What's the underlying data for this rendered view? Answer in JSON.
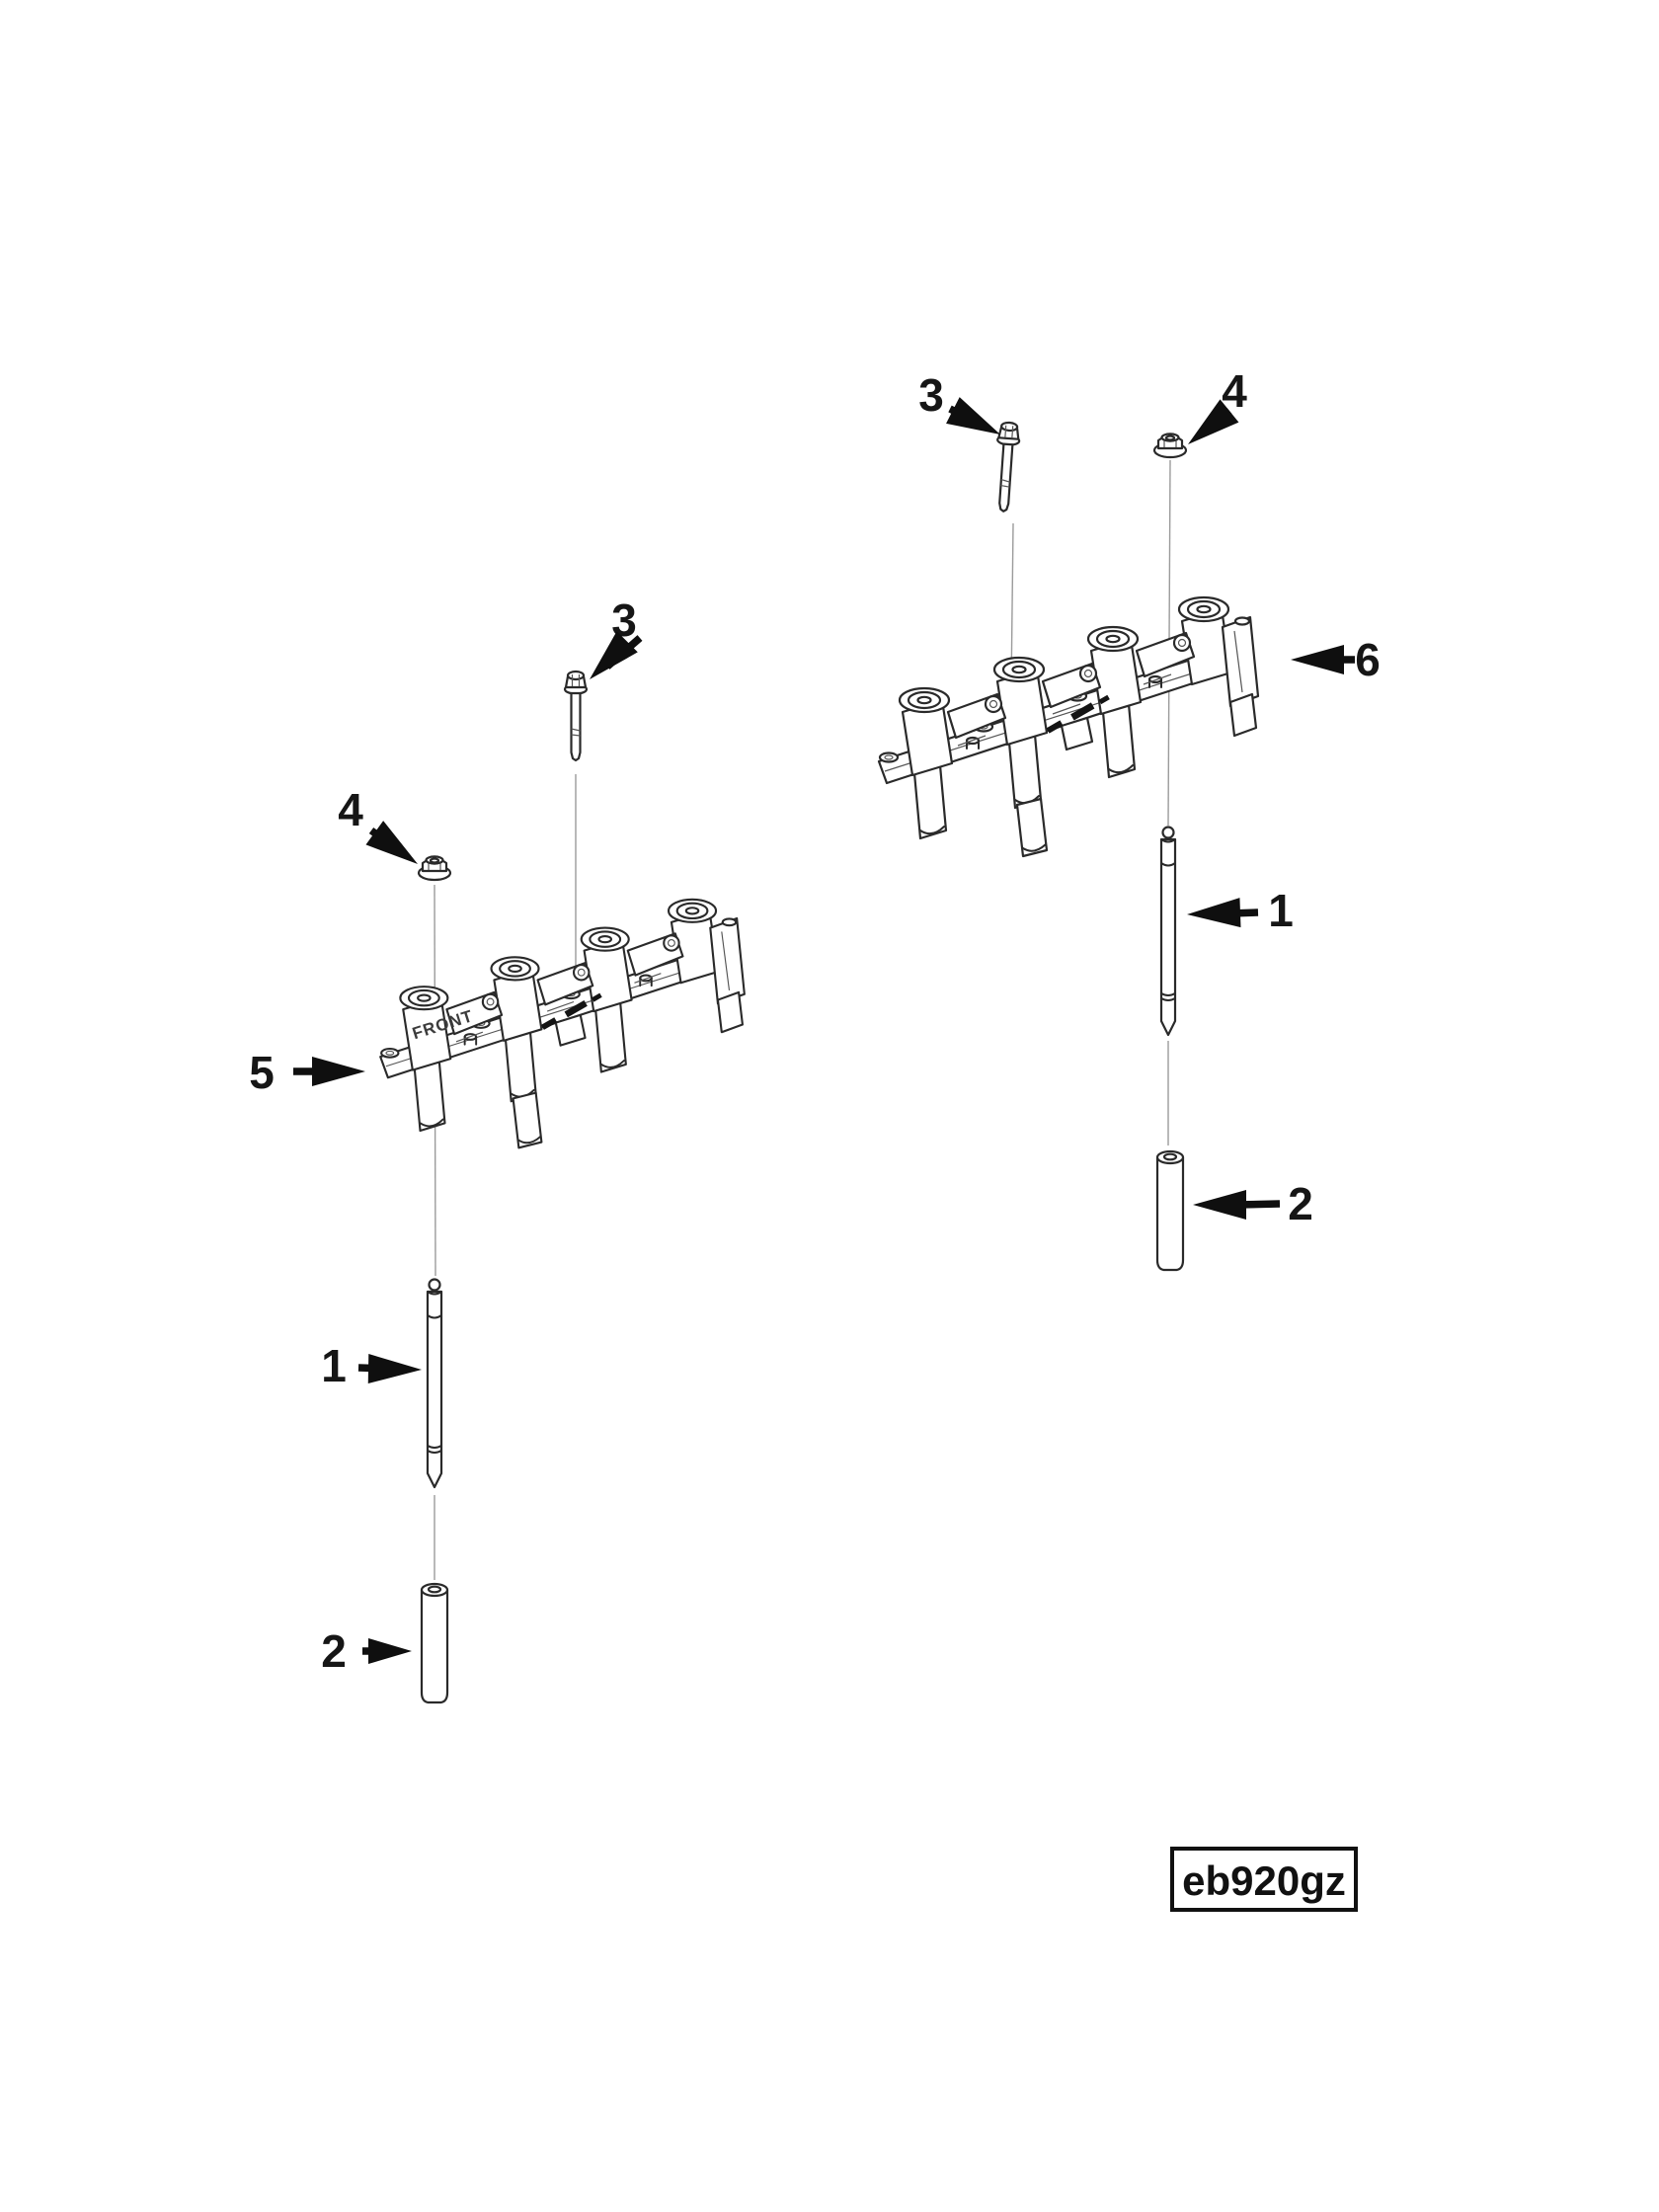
{
  "figure": {
    "code": "eb920gz",
    "front_marking": "FRONT",
    "callouts": {
      "left": {
        "push_rod": "1",
        "tube": "2",
        "bolt": "3",
        "nut": "4",
        "assembly": "5"
      },
      "right": {
        "push_rod": "1",
        "tube": "2",
        "bolt": "3",
        "nut": "4",
        "assembly": "6"
      }
    }
  }
}
